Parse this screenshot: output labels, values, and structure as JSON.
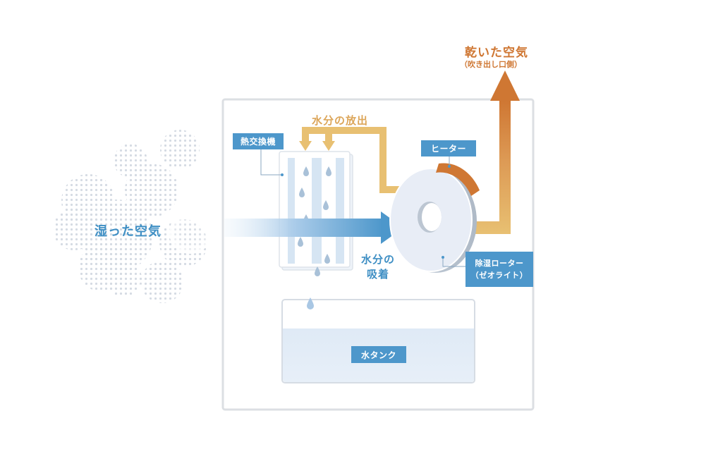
{
  "diagram": {
    "humid_air": "湿った空気",
    "dry_air": "乾いた空気",
    "dry_air_sub": "（吹き出し口側）",
    "water_release": "水分の放出",
    "heat_exchanger": "熱交換機",
    "heater": "ヒーター",
    "water_adsorb_line1": "水分の",
    "water_adsorb_line2": "吸着",
    "rotor_line1": "除湿ローター",
    "rotor_line2": "（ゼオライト）",
    "water_tank": "水タンク"
  },
  "colors": {
    "blue": "#4d97cb",
    "orange": "#d17a3a",
    "yellow": "#e8c072",
    "dark_blue_text": "#3f8fc4",
    "orange_text": "#cf7733"
  }
}
